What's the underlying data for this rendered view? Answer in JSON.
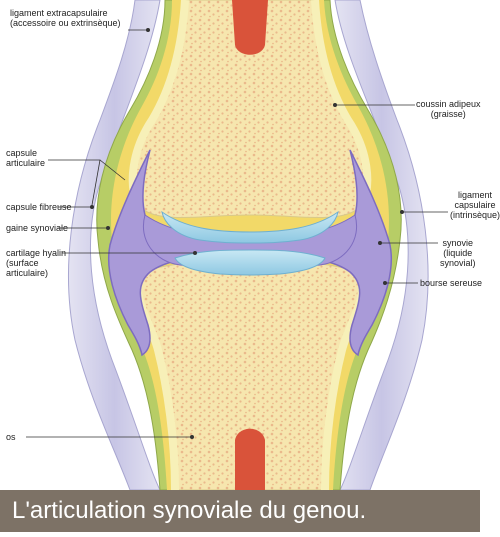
{
  "labels": {
    "ligament_extracapsulaire": [
      "ligament extracapsulaire",
      "(accessoire ou extrinsèque)"
    ],
    "capsule_articulaire": [
      "capsule",
      "articulaire"
    ],
    "capsule_fibreuse": [
      "capsule fibreuse"
    ],
    "gaine_synoviale": [
      "gaine synoviale"
    ],
    "cartilage_hyalin": [
      "cartilage hyalin",
      "(surface",
      "articulaire)"
    ],
    "os": [
      "os"
    ],
    "coussin_adipeux": [
      "coussin adipeux",
      "(graisse)"
    ],
    "ligament_capsulaire": [
      "ligament",
      "capsulaire",
      "(intrinsèque)"
    ],
    "synovie": [
      "synovie",
      "(liquide",
      "synovial)"
    ],
    "bourse_sereuse": [
      "bourse sereuse"
    ]
  },
  "caption": "L'articulation synoviale du genou.",
  "colors": {
    "bone": "#f7f0b8",
    "spongy_bone": "#f2c99a",
    "marrow": "#d9533a",
    "ligament": "#c9c8e6",
    "capsule_green": "#b9cf6a",
    "fat": "#f3dc6a",
    "synovial_membrane": "#a99ad8",
    "synovial_fluid": "#8d7fc9",
    "cartilage": "#a7d6ea",
    "caption_bg": "#7d7266"
  }
}
